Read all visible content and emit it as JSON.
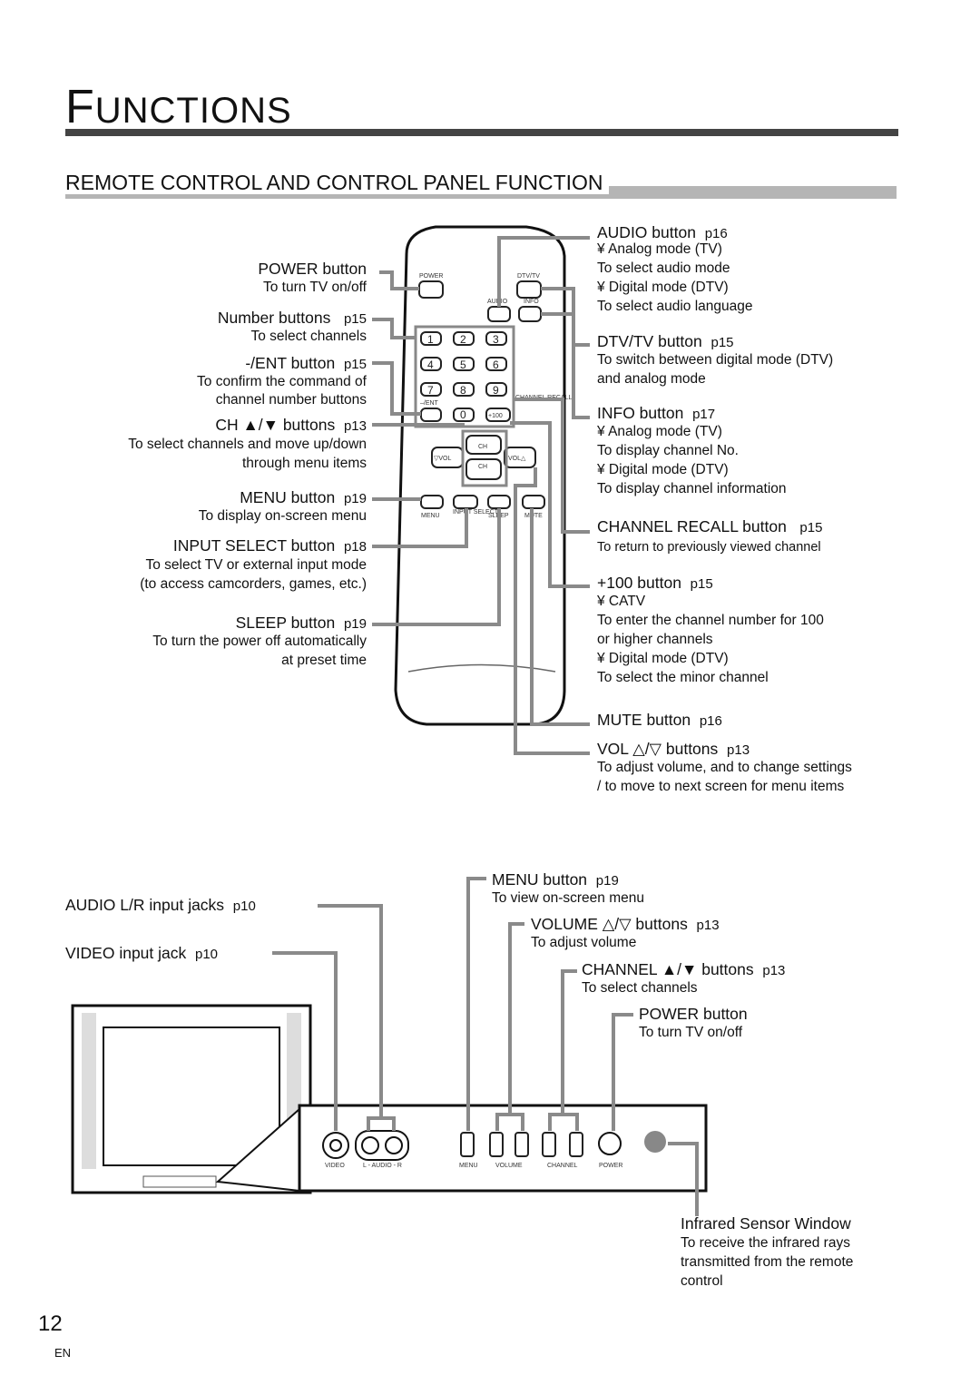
{
  "title": {
    "first": "F",
    "rest": "UNCTIONS"
  },
  "section": "REMOTE CONTROL AND CONTROL PANEL FUNCTION",
  "left": [
    {
      "label": "POWER button",
      "page": "",
      "desc": [
        "To turn TV on/off"
      ]
    },
    {
      "label": "Number buttons",
      "page": "p15",
      "desc": [
        "To select channels"
      ]
    },
    {
      "label": "-/ENT button",
      "page": "p15",
      "desc": [
        "To confirm the command of",
        "channel number buttons"
      ]
    },
    {
      "label": "CH ▲/▼ buttons",
      "page": "p13",
      "desc": [
        "To select channels and move up/down",
        "through menu items"
      ]
    },
    {
      "label": "MENU button",
      "page": "p19",
      "desc": [
        "To display on-screen menu"
      ]
    },
    {
      "label": "INPUT SELECT button",
      "page": "p18",
      "desc": [
        "To select TV or external input mode",
        "(to access camcorders, games, etc.)"
      ]
    },
    {
      "label": "SLEEP button",
      "page": "p19",
      "desc": [
        "To turn the power off automatically",
        "at preset time"
      ]
    }
  ],
  "right": [
    {
      "label": "AUDIO button",
      "page": "p16",
      "desc": [
        "¥ Analog mode (TV)",
        "   To select audio mode",
        "¥ Digital mode (DTV)",
        "   To select audio language"
      ]
    },
    {
      "label": "DTV/TV button",
      "page": "p15",
      "desc": [
        "To switch between digital mode (DTV)",
        "and analog mode"
      ]
    },
    {
      "label": "INFO button",
      "page": "p17",
      "desc": [
        "¥ Analog mode (TV)",
        "   To display channel No.",
        "¥ Digital mode (DTV)",
        "   To display channel information"
      ]
    },
    {
      "label": "CHANNEL RECALL button",
      "page": "p15",
      "desc": [
        "To return to previously viewed channel"
      ]
    },
    {
      "label": "+100 button",
      "page": "p15",
      "desc": [
        "¥   CATV",
        "   To enter the channel number for 100",
        "   or higher channels",
        "¥ Digital mode (DTV)",
        "   To select the minor channel"
      ]
    },
    {
      "label": "MUTE button",
      "page": "p16",
      "desc": []
    },
    {
      "label": "VOL △/▽ buttons",
      "page": "p13",
      "desc": [
        "To adjust volume, and to change settings",
        "/ to move to next screen for menu items"
      ]
    }
  ],
  "remote": {
    "power": "POWER",
    "dtvtv": "DTV/TV",
    "audio": "AUDIO",
    "info": "INFO",
    "keys": [
      "1",
      "2",
      "3",
      "4",
      "5",
      "6",
      "7",
      "8",
      "9",
      "0"
    ],
    "ent": "–/ENT",
    "recall": "CHANNEL RECALL",
    "plus100": "+100",
    "ch": "CH",
    "volminus": "▽VOL",
    "volplus": "VOL△",
    "menu": "MENU",
    "input": "INPUT SELECT",
    "sleep": "SLEEP",
    "mute": "MUTE"
  },
  "panel_left": [
    {
      "label": "AUDIO L/R input jacks",
      "page": "p10"
    },
    {
      "label": "VIDEO input jack",
      "page": "p10"
    }
  ],
  "panel_right": [
    {
      "label": "MENU button",
      "page": "p19",
      "desc": "To view on-screen menu"
    },
    {
      "label": "VOLUME △/▽ buttons",
      "page": "p13",
      "desc": "To adjust volume"
    },
    {
      "label": "CHANNEL ▲/▼ buttons",
      "page": "p13",
      "desc": "To select channels"
    },
    {
      "label": "POWER button",
      "page": "",
      "desc": "To turn TV on/off"
    }
  ],
  "panel_labels": {
    "video": "VIDEO",
    "lr": "L - AUDIO - R",
    "menu": "MENU",
    "volume": "VOLUME",
    "channel": "CHANNEL",
    "power": "POWER"
  },
  "sensor": {
    "label": "Infrared Sensor Window",
    "desc": [
      "To receive the infrared rays",
      "transmitted from the remote",
      "control"
    ]
  },
  "footer": {
    "page": "12",
    "lang": "EN"
  }
}
